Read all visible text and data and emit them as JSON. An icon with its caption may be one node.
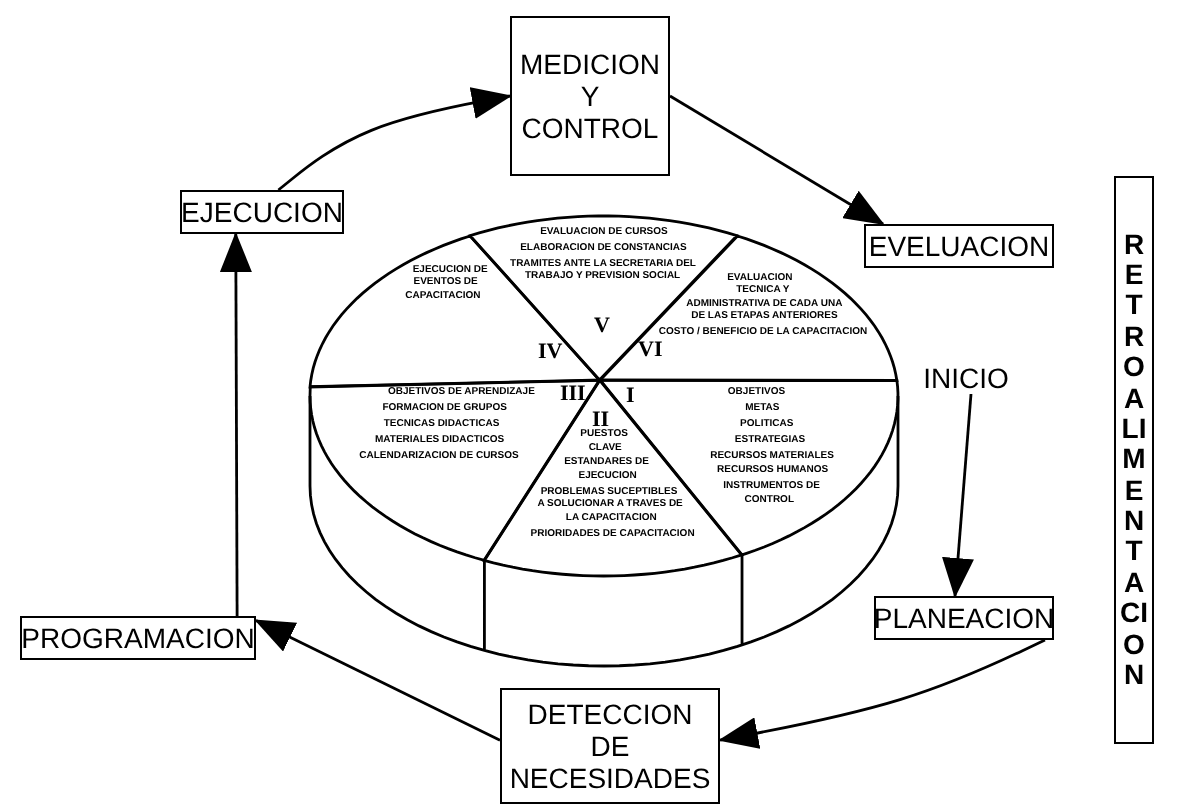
{
  "diagram": {
    "nodes": [
      {
        "text": [
          "MEDICION Y CONTROL"
        ]
      },
      {
        "text": [
          "EVELUACION"
        ]
      },
      {
        "text": [
          "RETROALIMENTACION"
        ]
      },
      {
        "text": [
          "EJECUCION"
        ]
      },
      {
        "text": [
          "EVALUACION DE CURSOS",
          "ELABORACION DE CONSTANCIAS",
          "TRAMITES ANTE LA SECRETARIA DEL TRABAJO Y PREVISION SOCIAL",
          "V"
        ]
      },
      {
        "text": [
          "EJECUCION DE EVENTOS DE CAPACITACION",
          "IV"
        ]
      },
      {
        "text": [
          "EVALUACION TECNICA Y ADMINISTRATIVA DE CADA UNA DE LAS ETAPAS ANTERIORES",
          "COSTO / BENEFICIO DE LA CAPACITACION",
          "VI"
        ]
      },
      {
        "text": [
          "INICIO"
        ]
      },
      {
        "text": [
          "III",
          "OBJETIVOS DE APRENDIZAJE",
          "FORMACION DE GRUPOS",
          "TECNICAS DIDACTICAS",
          "MATERIALES DIDACTICOS",
          "CALENDARIZACION DE CURSOS"
        ]
      },
      {
        "text": [
          "II",
          "PUESTOS CLAVE",
          "ESTANDARES DE EJECUCION",
          "PROBLEMAS SUCEPTIBLES A SOLUCIONAR A TRAVES DE LA CAPACITACION",
          "PRIORIDADES DE CAPACITACION"
        ]
      },
      {
        "text": [
          "I",
          "OBJETIVOS",
          "METAS",
          "POLITICAS",
          "ESTRATEGIAS",
          "RECURSOS MATERIALES",
          "RECURSOS HUMANOS",
          "INSTRUMENTOS DE CONTROL"
        ]
      },
      {
        "text": [
          "PLANEACION"
        ]
      },
      {
        "text": [
          "PROGRAMACION"
        ]
      },
      {
        "text": [
          "DETECCION DE NECESIDADES"
        ]
      }
    ],
    "edges": [
      {
        "from": 0,
        "to": 1,
        "arrow": "to"
      },
      {
        "from": 7,
        "to": 11,
        "arrow": "to"
      },
      {
        "from": 11,
        "to": 13,
        "arrow": "to"
      },
      {
        "from": 13,
        "to": 12,
        "arrow": "to"
      },
      {
        "from": 12,
        "to": 3,
        "arrow": "to"
      },
      {
        "from": 3,
        "to": 0,
        "arrow": "to"
      }
    ]
  }
}
